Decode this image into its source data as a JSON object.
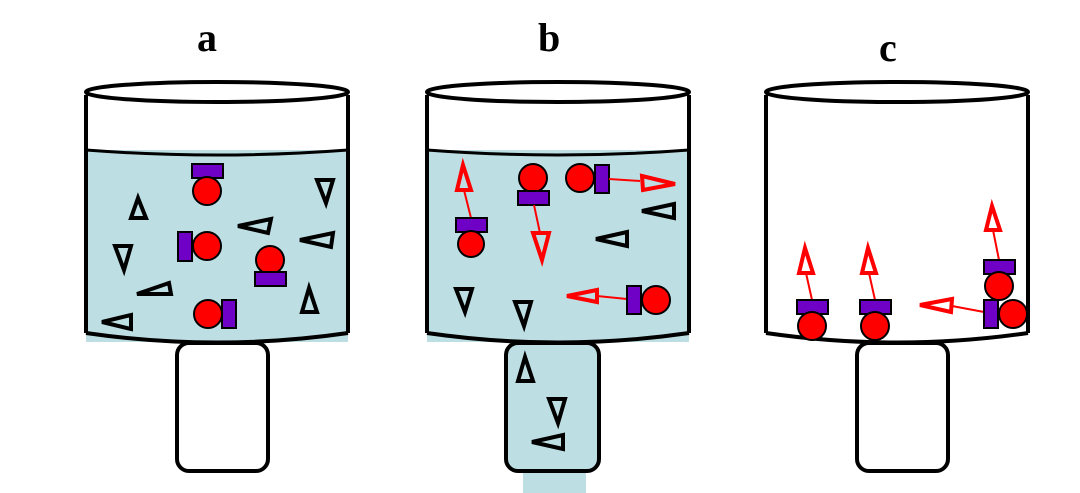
{
  "panels": [
    {
      "label": "a"
    },
    {
      "label": "b"
    },
    {
      "label": "c"
    }
  ],
  "colors": {
    "liquid": "#BDDFE4",
    "outline": "#000000",
    "ball": "#FF0000",
    "tag": "#6F00C6",
    "bound_target": "#FF0000",
    "free_target": "#000000",
    "background": "#FFFFFF"
  }
}
